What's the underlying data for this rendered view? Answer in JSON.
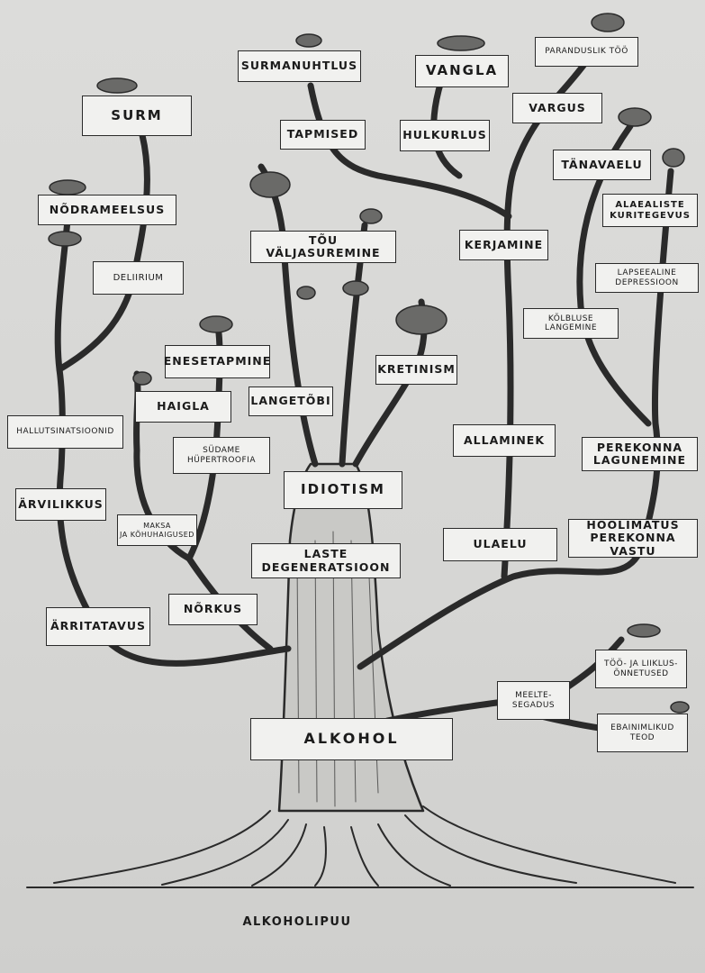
{
  "diagram": {
    "caption": "ALKOHOLIPUU",
    "root": "ALKOHOL",
    "labels": {
      "surm": "SURM",
      "surmanuhtlus": "SURMANUHTLUS",
      "vangla": "VANGLA",
      "parandusliktoo": "PARANDUSLIK TÖÖ",
      "tapmised": "TAPMISED",
      "hulkurlus": "HULKURLUS",
      "vargus": "VARGUS",
      "tanavaelu": "TÄNAVAELU",
      "nodrameelsus": "NÕDRAMEELSUS",
      "alaealiste": "ALAEALISTE\nKURITEGEVUS",
      "deliirium": "DELIIRIUM",
      "touvaljasuremine": "TÕU VÄLJASUREMINE",
      "kerjamine": "KERJAMINE",
      "lapseealine": "LAPSEEALINE\nDEPRESSIOON",
      "kolbluse": "KÕLBLUSE\nLANGEMINE",
      "enesetapmine": "ENESETAPMINE",
      "kretinism": "KRETINISM",
      "haigla": "HAIGLA",
      "langetobi": "LANGETÕBI",
      "hallutsinatsioonid": "HALLUTSINATSIOONID",
      "sudame": "SÜDAME\nHÜPERTROOFIA",
      "allaminek": "ALLAMINEK",
      "perekonnalagunemine": "PEREKONNA\nLAGUNEMINE",
      "idiotism": "IDIOTISM",
      "narvilikkus": "ÄRVILIKKUS",
      "maksa": "MAKSA\nJA KÕHUHAIGUSED",
      "ulaelu": "ULAELU",
      "hoolimatus": "HOOLIMATUS\nPEREKONNA VASTU",
      "lastedegeneratsioon": "LASTE\nDEGENERATSIOON",
      "norkus": "NÕRKUS",
      "arritatavus": "ÄRRITATAVUS",
      "toojaliiklus": "TÖÖ- JA LIIKLUS-\nÕNNETUSED",
      "meeltesegadus": "MEELTE-\nSEGADUS",
      "ebainimlikud": "EBAINIMLIKUD\nTEOD"
    }
  }
}
